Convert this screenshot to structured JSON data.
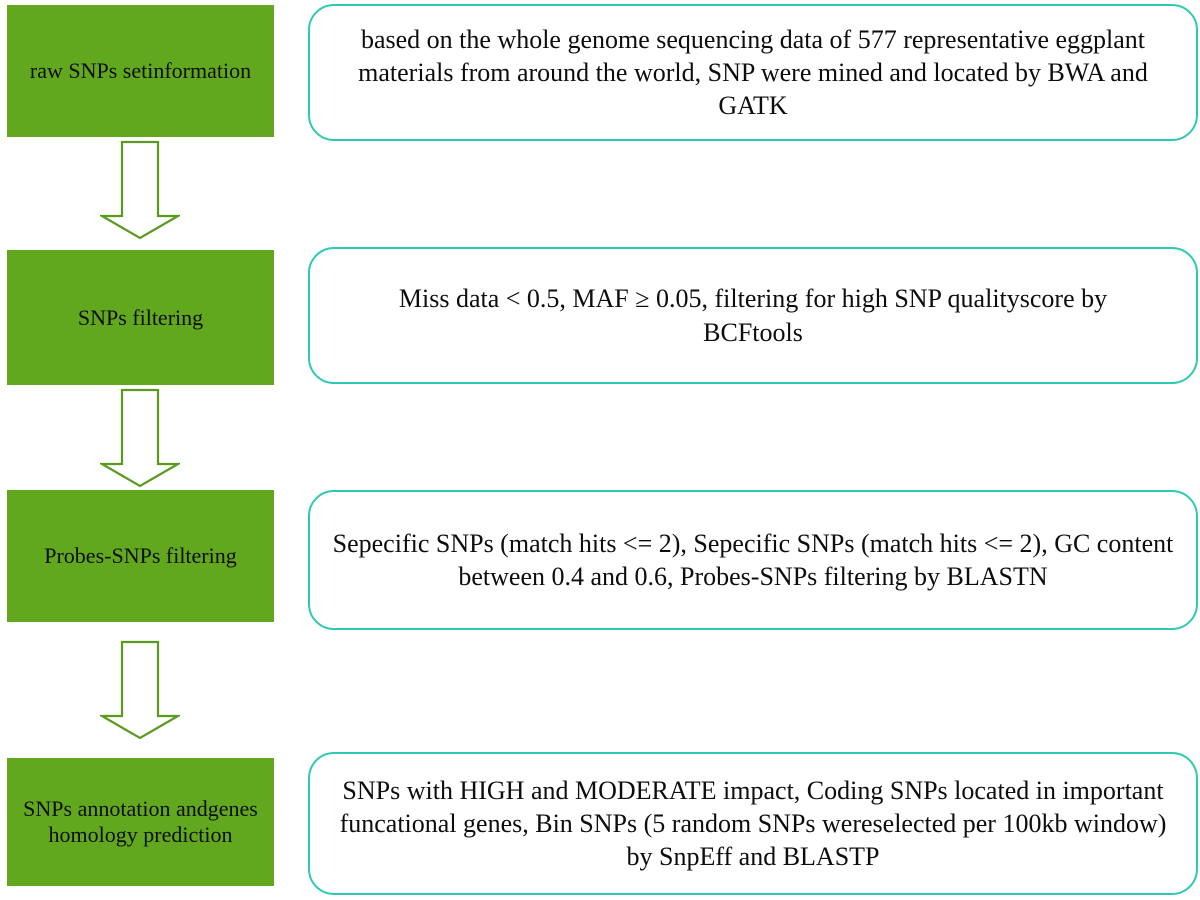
{
  "colors": {
    "step_fill": "#62a81e",
    "desc_border": "#2ec9b3",
    "arrow_stroke": "#5a9a1e"
  },
  "steps": [
    {
      "label": "raw SNPs setinformation",
      "description": "based on the whole genome sequencing data of 577 representative eggplant materials from around the world, SNP were mined and located by BWA and GATK"
    },
    {
      "label": "SNPs filtering",
      "description": "Miss data < 0.5, MAF ≥ 0.05, filtering for high SNP qualityscore by BCFtools"
    },
    {
      "label": "Probes-SNPs filtering",
      "description": "Sepecific SNPs (match hits <= 2), Sepecific SNPs (match hits <= 2), GC content between 0.4 and 0.6, Probes-SNPs filtering by BLASTN"
    },
    {
      "label": "SNPs annotation andgenes homology prediction",
      "description": "SNPs with HIGH and MODERATE impact, Coding SNPs located in important funcational genes, Bin SNPs (5 random SNPs wereselected per 100kb window) by SnpEff and BLASTP"
    }
  ],
  "arrows": [
    {
      "icon": "down-arrow-icon"
    },
    {
      "icon": "down-arrow-icon"
    },
    {
      "icon": "down-arrow-icon"
    }
  ]
}
